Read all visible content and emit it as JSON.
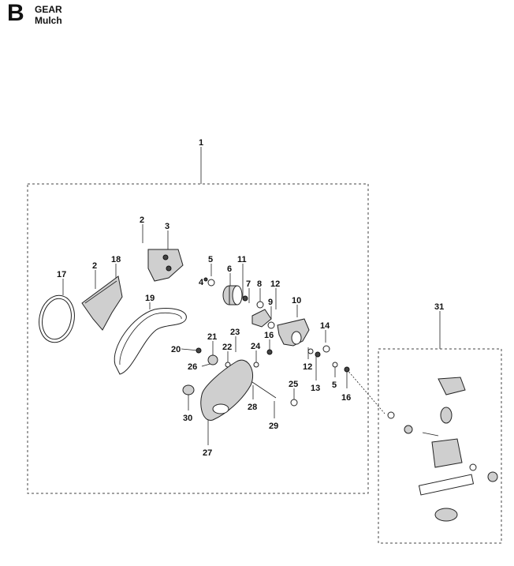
{
  "header": {
    "section_letter": "B",
    "title": "GEAR",
    "subtitle": "Mulch"
  },
  "callouts": [
    {
      "id": "c1",
      "text": "1"
    },
    {
      "id": "c2a",
      "text": "2"
    },
    {
      "id": "c3",
      "text": "3"
    },
    {
      "id": "c2b",
      "text": "2"
    },
    {
      "id": "c18",
      "text": "18"
    },
    {
      "id": "c17",
      "text": "17"
    },
    {
      "id": "c19",
      "text": "19"
    },
    {
      "id": "c5a",
      "text": "5"
    },
    {
      "id": "c11",
      "text": "11"
    },
    {
      "id": "c6",
      "text": "6"
    },
    {
      "id": "c4",
      "text": "4"
    },
    {
      "id": "c7",
      "text": "7"
    },
    {
      "id": "c8",
      "text": "8"
    },
    {
      "id": "c12a",
      "text": "12"
    },
    {
      "id": "c9",
      "text": "9"
    },
    {
      "id": "c10",
      "text": "10"
    },
    {
      "id": "c14",
      "text": "14"
    },
    {
      "id": "c12b",
      "text": "12"
    },
    {
      "id": "c13",
      "text": "13"
    },
    {
      "id": "c5b",
      "text": "5"
    },
    {
      "id": "c16a",
      "text": "16"
    },
    {
      "id": "c16b",
      "text": "16"
    },
    {
      "id": "c21",
      "text": "21"
    },
    {
      "id": "c20",
      "text": "20"
    },
    {
      "id": "c22",
      "text": "22"
    },
    {
      "id": "c23",
      "text": "23"
    },
    {
      "id": "c24",
      "text": "24"
    },
    {
      "id": "c26",
      "text": "26"
    },
    {
      "id": "c25",
      "text": "25"
    },
    {
      "id": "c28",
      "text": "28"
    },
    {
      "id": "c29",
      "text": "29"
    },
    {
      "id": "c30",
      "text": "30"
    },
    {
      "id": "c27",
      "text": "27"
    },
    {
      "id": "c31",
      "text": "31"
    }
  ]
}
